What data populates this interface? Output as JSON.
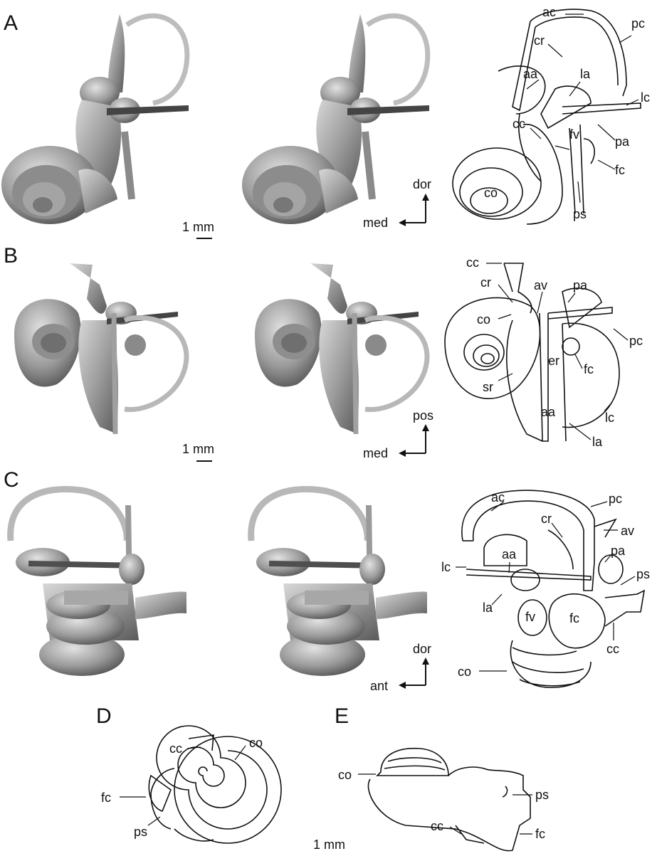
{
  "panels": {
    "A": {
      "letter": "A",
      "scale_bar": "1 mm",
      "axes": {
        "vertical": "dor",
        "horizontal": "med"
      },
      "labels": [
        "ac",
        "pc",
        "cr",
        "aa",
        "la",
        "lc",
        "cc",
        "fv",
        "pa",
        "fc",
        "co",
        "ps"
      ]
    },
    "B": {
      "letter": "B",
      "scale_bar": "1 mm",
      "axes": {
        "vertical": "pos",
        "horizontal": "med"
      },
      "labels": [
        "cc",
        "cr",
        "av",
        "pa",
        "co",
        "pc",
        "er",
        "fc",
        "sr",
        "aa",
        "lc",
        "la"
      ]
    },
    "C": {
      "letter": "C",
      "axes": {
        "vertical": "dor",
        "horizontal": "ant"
      },
      "labels": [
        "ac",
        "pc",
        "cr",
        "av",
        "aa",
        "pa",
        "lc",
        "ps",
        "la",
        "fv",
        "fc",
        "cc",
        "co"
      ]
    },
    "D": {
      "letter": "D",
      "labels": [
        "cc",
        "co",
        "fc",
        "ps"
      ]
    },
    "E": {
      "letter": "E",
      "labels": [
        "co",
        "ps",
        "cc",
        "fc"
      ]
    }
  },
  "shared_scale_bar": "1 mm",
  "colors": {
    "render_gray": "#9a9a9a",
    "render_dark": "#5e5e5e",
    "line": "#111111"
  }
}
